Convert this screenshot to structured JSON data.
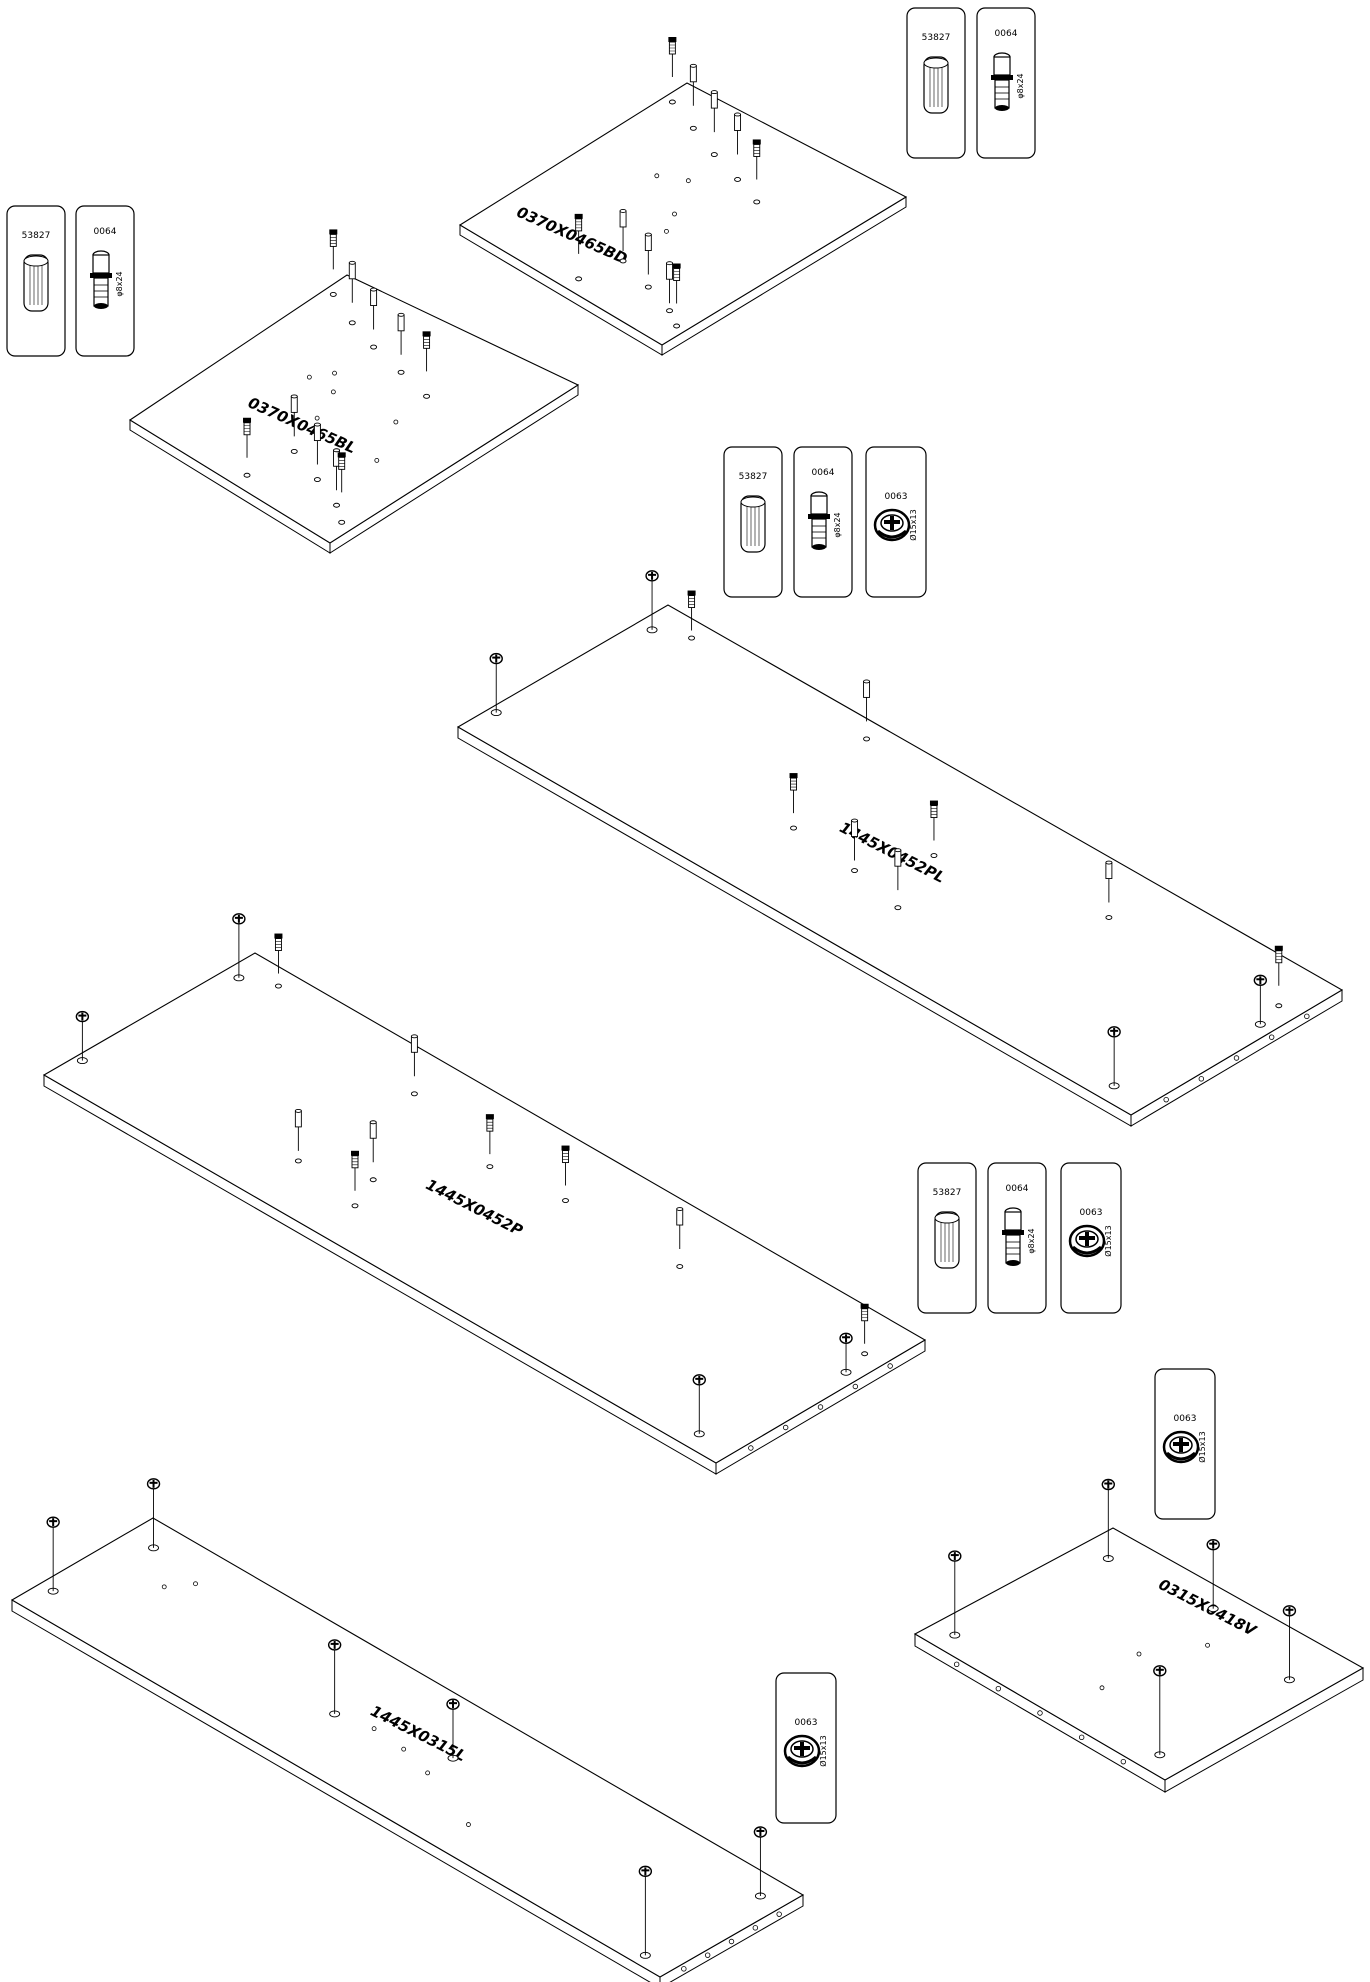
{
  "panels": [
    {
      "id": "p1",
      "label": "0370X0465BL"
    },
    {
      "id": "p2",
      "label": "0370X0465BD"
    },
    {
      "id": "p3",
      "label": "1445X0452PL"
    },
    {
      "id": "p4",
      "label": "1445X0452P"
    },
    {
      "id": "p5",
      "label": "1445X0315L"
    },
    {
      "id": "p6",
      "label": "0315X0418V"
    }
  ],
  "hardware": {
    "dowel": {
      "code": "53827",
      "icon": "wooden-dowel-icon"
    },
    "bolt": {
      "code": "0064",
      "size": "φ8x24",
      "icon": "connector-bolt-icon"
    },
    "cam": {
      "code": "0063",
      "size": "Ø15x13",
      "icon": "cam-lock-icon"
    }
  },
  "colors": {
    "line": "#000000",
    "background": "#ffffff"
  }
}
